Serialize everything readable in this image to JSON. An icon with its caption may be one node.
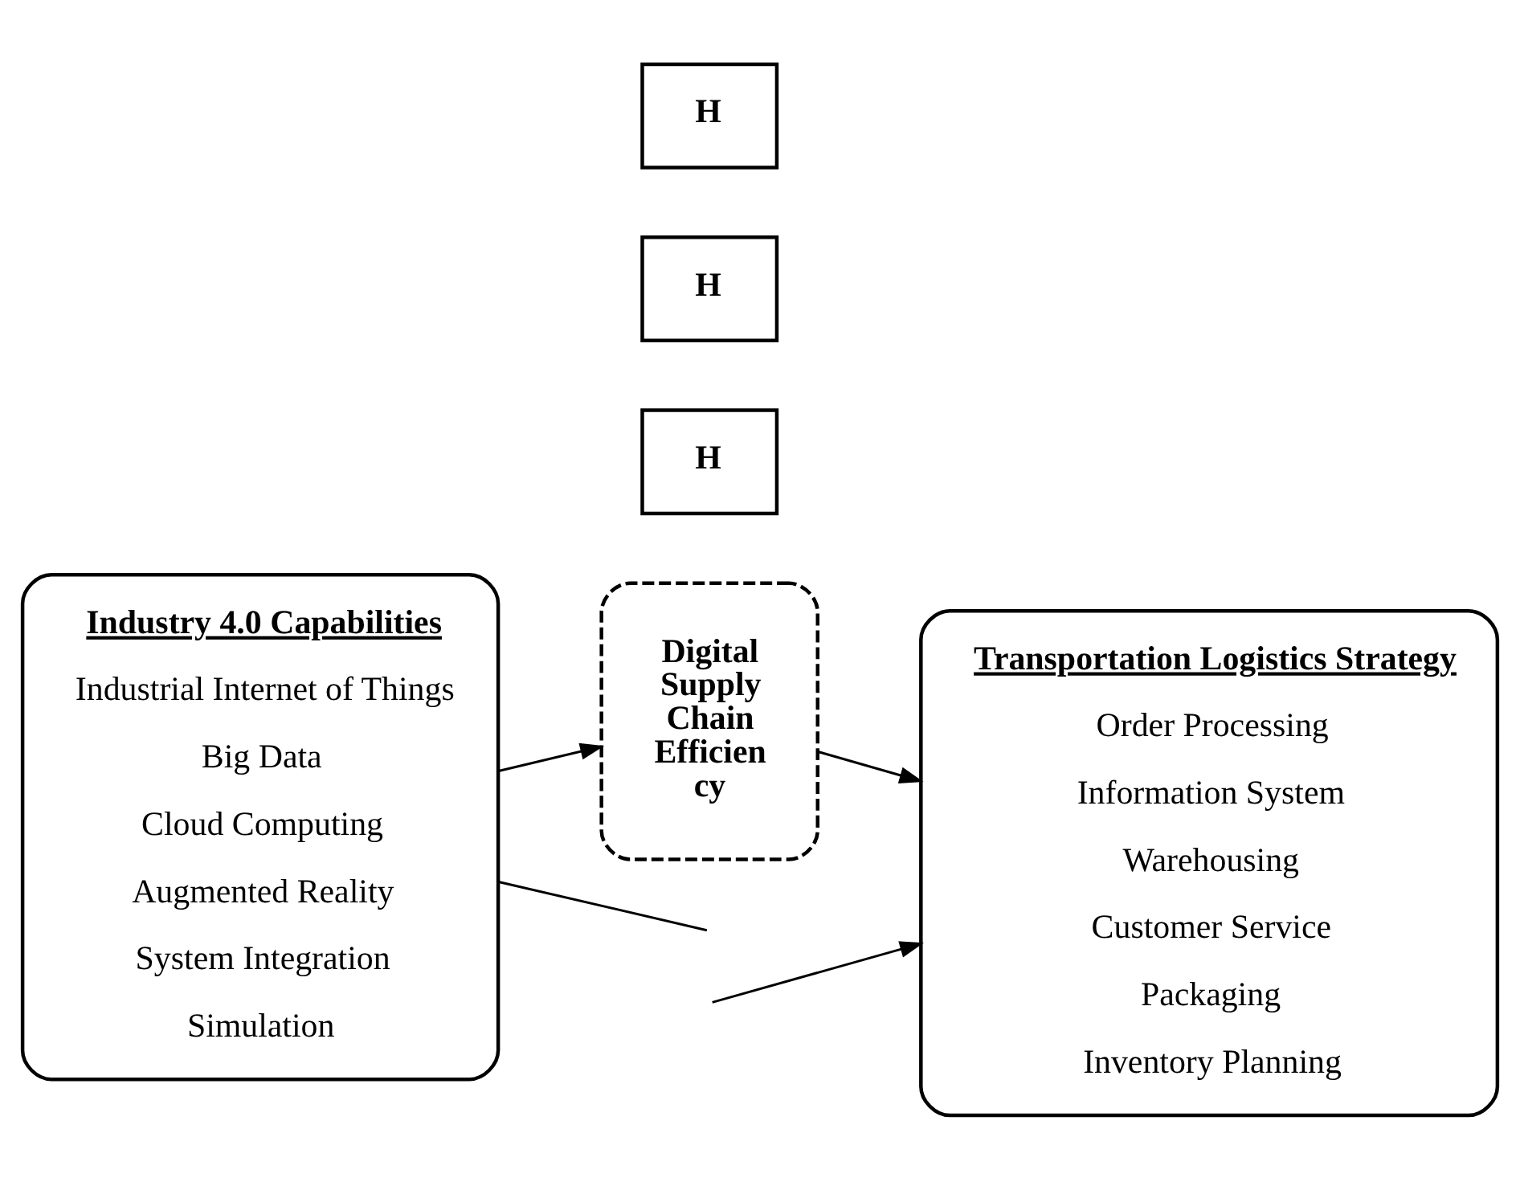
{
  "diagram": {
    "nodes": [
      {
        "text": [
          "Industry 4.0 Capabilities",
          "Industrial Internet of Things",
          "Big Data",
          "Cloud Computing",
          "Augmented Reality",
          "System Integration",
          "Simulation"
        ]
      },
      {
        "text": [
          "H"
        ]
      },
      {
        "text": [
          "Digital Supply Chain Efficien cy"
        ]
      },
      {
        "text": [
          "H"
        ]
      },
      {
        "text": [
          "Transportation Logistics Strategy",
          "Order Processing",
          "Information System",
          "Warehousing",
          "Customer Service",
          "Packaging",
          "Inventory Planning"
        ]
      },
      {
        "text": [
          "H"
        ]
      }
    ],
    "edges": [
      {
        "from": 0,
        "to": 2,
        "arrow": "to"
      },
      {
        "from": 2,
        "to": 4,
        "arrow": "to"
      },
      {
        "from": 0,
        "to": null,
        "arrow": "none"
      },
      {
        "from": null,
        "to": 4,
        "arrow": "to"
      }
    ]
  }
}
